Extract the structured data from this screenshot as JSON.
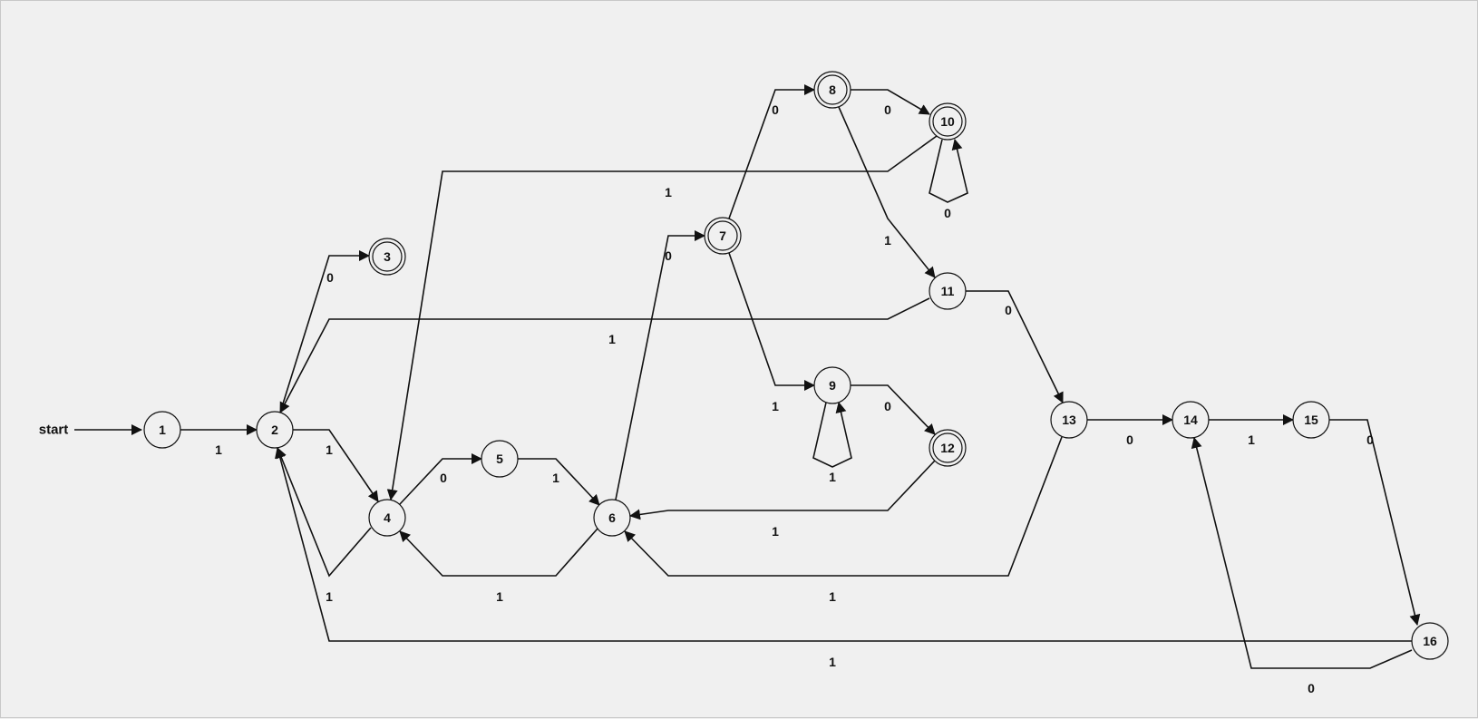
{
  "start_label": "start",
  "states": [
    {
      "id": "1",
      "label": "1",
      "accepting": false
    },
    {
      "id": "2",
      "label": "2",
      "accepting": false
    },
    {
      "id": "3",
      "label": "3",
      "accepting": true
    },
    {
      "id": "4",
      "label": "4",
      "accepting": false
    },
    {
      "id": "5",
      "label": "5",
      "accepting": false
    },
    {
      "id": "6",
      "label": "6",
      "accepting": false
    },
    {
      "id": "7",
      "label": "7",
      "accepting": true
    },
    {
      "id": "8",
      "label": "8",
      "accepting": true
    },
    {
      "id": "9",
      "label": "9",
      "accepting": false
    },
    {
      "id": "10",
      "label": "10",
      "accepting": true
    },
    {
      "id": "11",
      "label": "11",
      "accepting": false
    },
    {
      "id": "12",
      "label": "12",
      "accepting": true
    },
    {
      "id": "13",
      "label": "13",
      "accepting": false
    },
    {
      "id": "14",
      "label": "14",
      "accepting": false
    },
    {
      "id": "15",
      "label": "15",
      "accepting": false
    },
    {
      "id": "16",
      "label": "16",
      "accepting": false
    }
  ],
  "transitions": [
    {
      "id": "t1-2",
      "from": "1",
      "to": "2",
      "label": "1"
    },
    {
      "id": "t2-3",
      "from": "2",
      "to": "3",
      "label": "0"
    },
    {
      "id": "t2-4",
      "from": "2",
      "to": "4",
      "label": "1"
    },
    {
      "id": "t4-2",
      "from": "4",
      "to": "2",
      "label": "1"
    },
    {
      "id": "t4-5",
      "from": "4",
      "to": "5",
      "label": "0"
    },
    {
      "id": "t5-6",
      "from": "5",
      "to": "6",
      "label": "1"
    },
    {
      "id": "t6-4",
      "from": "6",
      "to": "4",
      "label": "1"
    },
    {
      "id": "t6-7",
      "from": "6",
      "to": "7",
      "label": "0"
    },
    {
      "id": "t7-8",
      "from": "7",
      "to": "8",
      "label": "0"
    },
    {
      "id": "t7-9",
      "from": "7",
      "to": "9",
      "label": "1"
    },
    {
      "id": "t8-10",
      "from": "8",
      "to": "10",
      "label": "0"
    },
    {
      "id": "t8-11",
      "from": "8",
      "to": "11",
      "label": "1"
    },
    {
      "id": "t10-10",
      "from": "10",
      "to": "10",
      "label": "0"
    },
    {
      "id": "t10-4",
      "from": "10",
      "to": "4",
      "label": "1"
    },
    {
      "id": "t11-2",
      "from": "11",
      "to": "2",
      "label": "1"
    },
    {
      "id": "t11-13",
      "from": "11",
      "to": "13",
      "label": "0"
    },
    {
      "id": "t9-9",
      "from": "9",
      "to": "9",
      "label": "1"
    },
    {
      "id": "t9-12",
      "from": "9",
      "to": "12",
      "label": "0"
    },
    {
      "id": "t12-6",
      "from": "12",
      "to": "6",
      "label": "1"
    },
    {
      "id": "t13-14",
      "from": "13",
      "to": "14",
      "label": "0"
    },
    {
      "id": "t13-6",
      "from": "13",
      "to": "6",
      "label": "1"
    },
    {
      "id": "t14-15",
      "from": "14",
      "to": "15",
      "label": "1"
    },
    {
      "id": "t15-16",
      "from": "15",
      "to": "16",
      "label": "0"
    },
    {
      "id": "t16-14",
      "from": "16",
      "to": "14",
      "label": "0"
    },
    {
      "id": "t16-2",
      "from": "16",
      "to": "2",
      "label": "1"
    }
  ]
}
